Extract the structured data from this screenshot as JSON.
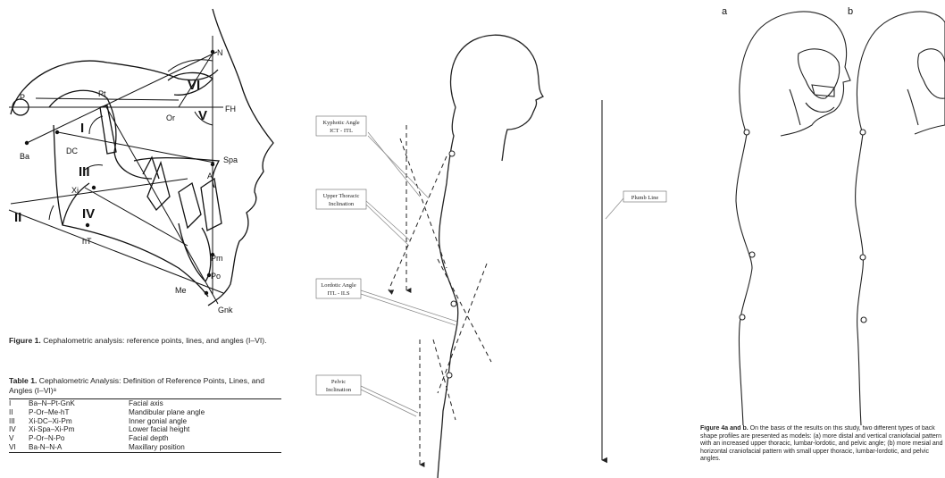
{
  "panel1": {
    "points": {
      "P": "P",
      "Pt": "Pt",
      "N": "N",
      "Or": "Or",
      "FH": "FH",
      "Ba": "Ba",
      "DC": "DC",
      "Spa": "Spa",
      "A": "A",
      "Xi": "Xi",
      "hT": "hT",
      "Pm": "Pm",
      "Po": "Po",
      "Me": "Me",
      "Gnk": "Gnk"
    },
    "angles": {
      "I": "I",
      "II": "II",
      "III": "III",
      "IV": "IV",
      "V": "V",
      "VI": "VI"
    },
    "figure_caption_bold": "Figure 1.",
    "figure_caption_text": " Cephalometric analysis: reference points, lines, and angles (I–VI).",
    "table_caption_bold": "Table 1.",
    "table_caption_text": " Cephalometric Analysis: Definition of Reference Points, Lines, and Angles (I–VI)ᵃ",
    "table_rows": [
      {
        "num": "I",
        "def": "Ba–N–Pt-GnK",
        "name": "Facial axis"
      },
      {
        "num": "II",
        "def": "P-Or–Me-hT",
        "name": "Mandibular plane angle"
      },
      {
        "num": "III",
        "def": "Xi-DC–Xi-Pm",
        "name": "Inner gonial angle"
      },
      {
        "num": "IV",
        "def": "Xi-Spa–Xi-Pm",
        "name": "Lower facial height"
      },
      {
        "num": "V",
        "def": "P-Or–N-Po",
        "name": "Facial depth"
      },
      {
        "num": "VI",
        "def": "Ba-N–N-A",
        "name": "Maxillary position"
      }
    ]
  },
  "panel2": {
    "boxes": {
      "kyphotic_1": "Kyphotic Angle",
      "kyphotic_2": "ICT - ITL",
      "upper_1": "Upper Thoracic",
      "upper_2": "Inclination",
      "lordotic_1": "Lordotic Angle",
      "lordotic_2": "ITL - ILS",
      "pelvic_1": "Pelvic",
      "pelvic_2": "Inclination",
      "plumb": "Plumb Line"
    }
  },
  "panel3": {
    "label_a": "a",
    "label_b": "b",
    "caption_bold": "Figure 4a and b.",
    "caption_text": " On the basis of the results on this study, two different types of back shape profiles are presented as models: (a) more distal and vertical craniofacial pattern with an increased upper thoracic, lumbar-lordotic, and pelvic angle; (b) more mesial and horizontal craniofacial pattern with small upper thoracic, lumbar-lordotic, and pelvic angles."
  }
}
